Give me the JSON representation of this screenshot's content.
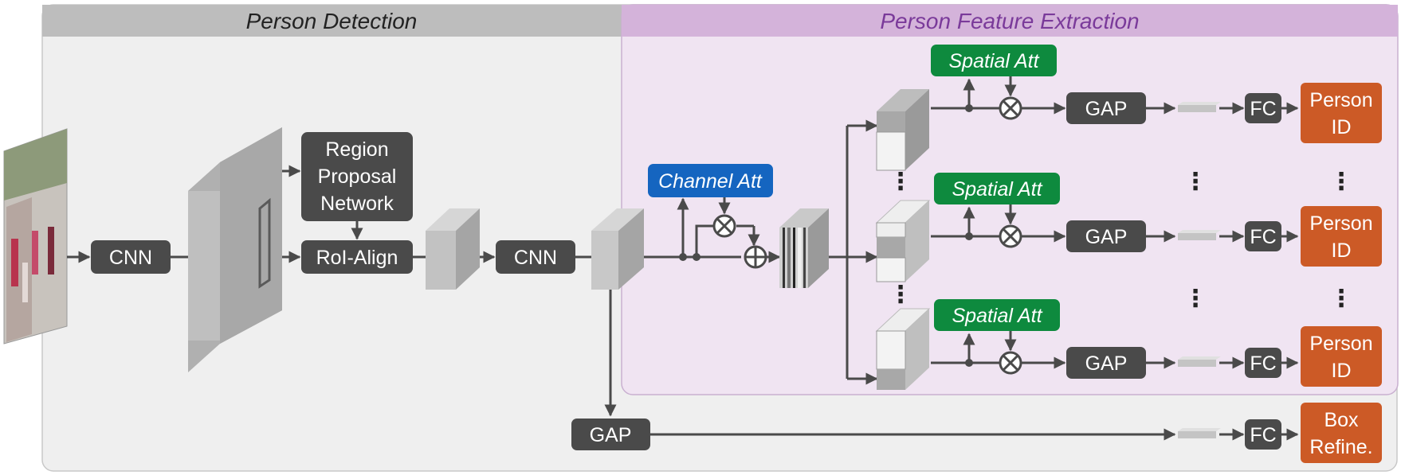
{
  "sections": {
    "detection_title": "Person Detection",
    "extraction_title": "Person Feature Extraction"
  },
  "boxes": {
    "cnn1": "CNN",
    "rpn_line1": "Region",
    "rpn_line2": "Proposal",
    "rpn_line3": "Network",
    "roi_align": "RoI-Align",
    "cnn2": "CNN",
    "channel_att": "Channel Att",
    "spatial_att_1": "Spatial Att",
    "spatial_att_2": "Spatial Att",
    "spatial_att_3": "Spatial Att",
    "gap_1": "GAP",
    "gap_2": "GAP",
    "gap_3": "GAP",
    "gap_bottom": "GAP",
    "fc_1": "FC",
    "fc_2": "FC",
    "fc_3": "FC",
    "fc_bottom": "FC",
    "person_id_1_line1": "Person",
    "person_id_1_line2": "ID",
    "person_id_2_line1": "Person",
    "person_id_2_line2": "ID",
    "person_id_3_line1": "Person",
    "person_id_3_line2": "ID",
    "box_refine_line1": "Box",
    "box_refine_line2": "Refine."
  },
  "colors": {
    "dark_box": "#4a4a4a",
    "channel_att": "#1565c0",
    "spatial_att": "#0e8a3e",
    "output": "#cc5a26",
    "detection_bg": "#efefef",
    "detection_header": "#bdbdbd",
    "extraction_bg": "#f0e4f2",
    "extraction_header": "#d4b3da",
    "extraction_title": "#7a3a9a"
  }
}
